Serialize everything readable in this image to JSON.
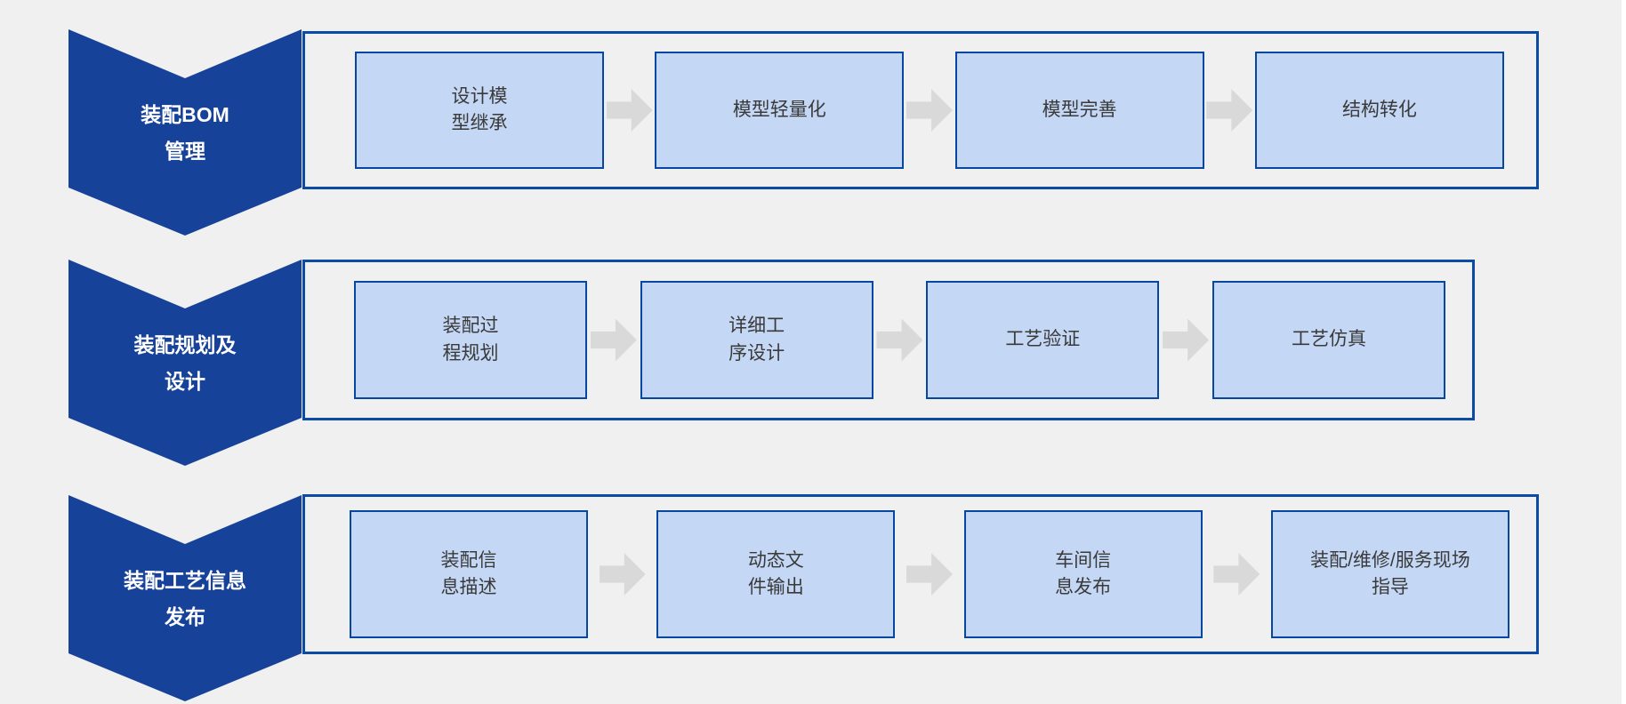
{
  "diagram": {
    "title_semantic": "assembly-process-flow",
    "colors": {
      "background": "#F0F0F1",
      "stage_banner_blue": "#17429A",
      "panel_border_blue": "#0B4BA4",
      "step_fill_blue": "#C4D7F4",
      "step_border_blue": "#0747A0",
      "arrow_gray": "#D9D9D9",
      "stage_text": "#FFFFFF",
      "step_text": "#3A3A3A"
    },
    "rows": [
      {
        "label_line1": "装配BOM",
        "label_line2": "管理",
        "steps": [
          {
            "line1": "设计模",
            "line2": "型继承"
          },
          {
            "line1": "模型轻量化",
            "line2": ""
          },
          {
            "line1": "模型完善",
            "line2": ""
          },
          {
            "line1": "结构转化",
            "line2": ""
          }
        ]
      },
      {
        "label_line1": "装配规划及",
        "label_line2": "设计",
        "steps": [
          {
            "line1": "装配过",
            "line2": "程规划"
          },
          {
            "line1": "详细工",
            "line2": "序设计"
          },
          {
            "line1": "工艺验证",
            "line2": ""
          },
          {
            "line1": "工艺仿真",
            "line2": ""
          }
        ]
      },
      {
        "label_line1": "装配工艺信息",
        "label_line2": "发布",
        "steps": [
          {
            "line1": "装配信",
            "line2": "息描述"
          },
          {
            "line1": "动态文",
            "line2": "件输出"
          },
          {
            "line1": "车间信",
            "line2": "息发布"
          },
          {
            "line1": "装配/维修/服务现场",
            "line2": "指导"
          }
        ]
      }
    ]
  }
}
